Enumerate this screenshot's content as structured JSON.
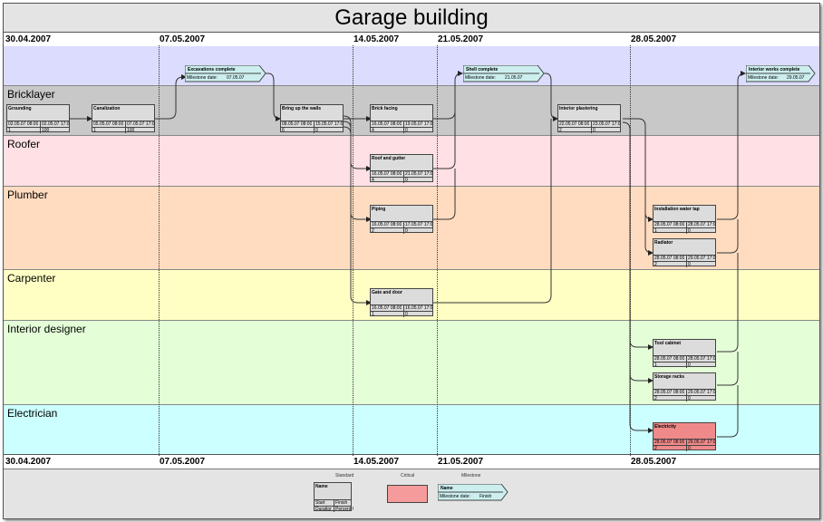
{
  "title": "Garage building",
  "dates": [
    "30.04.2007",
    "07.05.2007",
    "14.05.2007",
    "21.05.2007",
    "28.05.2007"
  ],
  "lanes": {
    "milestones": "",
    "bricklayer": "Bricklayer",
    "roofer": "Roofer",
    "plumber": "Plumber",
    "carpenter": "Carpenter",
    "interior": "Interior designer",
    "electrician": "Electrician"
  },
  "colors": {
    "milestones": "#dcdcff",
    "bricklayer": "#c8c8c8",
    "roofer": "#ffe0e4",
    "plumber": "#ffdcc0",
    "carpenter": "#ffffc4",
    "interior": "#e4ffd8",
    "electrician": "#ccffff",
    "critical": "#f08a8a",
    "milestone_fill": "#cceeee"
  },
  "milestones": {
    "excavations": {
      "name": "Excavations complete",
      "label": "Milestone date:",
      "date": "07.05.07"
    },
    "shell": {
      "name": "Shell complete",
      "label": "Milestone date:",
      "date": "21.05.07"
    },
    "interior_works": {
      "name": "Interior works complete",
      "label": "Milestone date:",
      "date": "29.05.07"
    }
  },
  "tasks": {
    "grounding": {
      "name": "Grounding",
      "start": "02.05.07 08:00",
      "finish": "02.05.07 17:0",
      "duration": "1",
      "percent": "100"
    },
    "canalization": {
      "name": "Canalization",
      "start": "05.05.07 08:00",
      "finish": "07.05.07 17:0",
      "duration": "1",
      "percent": "100"
    },
    "bring_up_walls": {
      "name": "Bring up the walls",
      "start": "08.05.07 08:00",
      "finish": "15.05.07 17:0",
      "duration": "6",
      "percent": "0"
    },
    "brick_facing": {
      "name": "Brick facing",
      "start": "16.05.07 08:00",
      "finish": "19.05.07 17:0",
      "duration": "4",
      "percent": "0"
    },
    "interior_plastering": {
      "name": "Interior plastering",
      "start": "22.05.07 08:00",
      "finish": "23.05.07 17:0",
      "duration": "2",
      "percent": "0"
    },
    "roof_gutter": {
      "name": "Roof and gutter",
      "start": "16.05.07 08:00",
      "finish": "21.05.07 17:0",
      "duration": "4",
      "percent": "0"
    },
    "piping": {
      "name": "Piping",
      "start": "16.05.07 08:00",
      "finish": "17.05.07 17:0",
      "duration": "2",
      "percent": "0"
    },
    "installation_water_tap": {
      "name": "Installation water tap",
      "start": "28.05.07 08:00",
      "finish": "28.05.07 17:0",
      "duration": "1",
      "percent": "0"
    },
    "radiator": {
      "name": "Radiator",
      "start": "28.05.07 08:00",
      "finish": "29.05.07 17:0",
      "duration": "2",
      "percent": "0"
    },
    "gate_door": {
      "name": "Gate and door",
      "start": "16.05.07 08:00",
      "finish": "16.05.07 17:0",
      "duration": "1",
      "percent": "0"
    },
    "tool_cabinet": {
      "name": "Tool cabinet",
      "start": "28.05.07 08:00",
      "finish": "28.05.07 17:0",
      "duration": "1",
      "percent": "0"
    },
    "storage_racks": {
      "name": "Storage racks",
      "start": "28.05.07 08:00",
      "finish": "29.05.07 17:0",
      "duration": "2",
      "percent": "0"
    },
    "electricity": {
      "name": "Electricity",
      "start": "28.05.07 08:00",
      "finish": "29.05.07 17:0",
      "duration": "2",
      "percent": "0"
    }
  },
  "legend": {
    "standard": "Standard",
    "critical": "Critical",
    "milestone": "Milestone",
    "name": "Name",
    "start": "Start",
    "finish": "Finish",
    "duration": "Duration",
    "percent": "Percent Comp",
    "ms_label": "Milestone date:",
    "ms_finish": "Finish"
  }
}
